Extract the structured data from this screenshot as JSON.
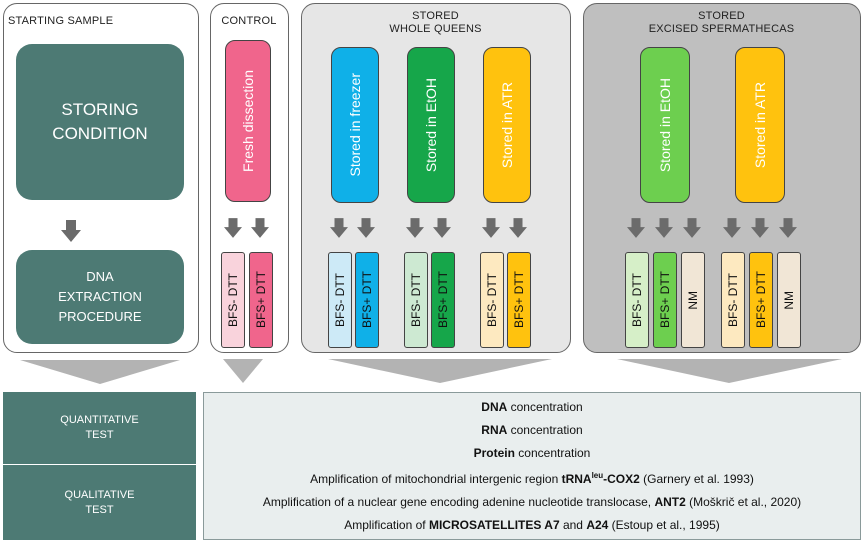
{
  "start": {
    "title": "STARTING SAMPLE",
    "box1_l1": "STORING",
    "box1_l2": "CONDITION",
    "box2_l1": "DNA",
    "box2_l2": "EXTRACTION",
    "box2_l3": "PROCEDURE"
  },
  "control": {
    "title": "CONTROL",
    "tall": "Fresh dissection",
    "s1": "BFS- DTT",
    "s2": "BFS+ DTT"
  },
  "whole": {
    "title_l1": "STORED",
    "title_l2": "WHOLE QUEENS",
    "freezer": "Stored in freezer",
    "etoh": "Stored in EtOH",
    "atr": "Stored in ATR",
    "s1": "BFS- DTT",
    "s2": "BFS+ DTT"
  },
  "sperm": {
    "title_l1": "STORED",
    "title_l2": "EXCISED SPERMATHECAS",
    "etoh": "Stored in EtOH",
    "atr": "Stored in ATR",
    "s1": "BFS- DTT",
    "s2": "BFS+ DTT",
    "nm": "NM"
  },
  "tests": {
    "quant_l1": "QUANTITATIVE",
    "quant_l2": "TEST",
    "qual_l1": "QUALITATIVE",
    "qual_l2": "TEST",
    "dna_b": "DNA",
    "dna_t": " concentration",
    "rna_b": "RNA",
    "rna_t": " concentration",
    "prot_b": "Protein",
    "prot_t": " concentration",
    "l4_a": "Amplification of mitochondrial intergenic region ",
    "l4_b": "tRNA",
    "l4_sup": "leu",
    "l4_c": "-COX2",
    "l4_d": " (Garnery et al. 1993)",
    "l5_a": "Amplification of a nuclear gene encoding adenine nucleotide translocase, ",
    "l5_b": "ANT2",
    "l5_c": " (Moškrič et al., 2020)",
    "l6_a": "Amplification of ",
    "l6_b": "MICROSATELLITES A7",
    "l6_c": " and ",
    "l6_d": "A24",
    "l6_e": " (Estoup et al., 1995)"
  },
  "colors": {
    "teal": "#4d7a74",
    "pink": "#f0658c",
    "pink_light": "#f9d3dc",
    "blue": "#0fb0e8",
    "blue_light": "#cdeaf7",
    "green_dark": "#16a64a",
    "green_light": "#cde9d2",
    "green": "#6dcf4f",
    "green_pale": "#d6efc8",
    "orange": "#ffc20e",
    "orange_light": "#fde9c0",
    "nm": "#f1e6d6",
    "panel_light": "#e6e6e6",
    "panel_dark": "#bfbfbf",
    "table_bg": "#e9eeee"
  },
  "icons": {
    "arrow": "down-arrow-icon",
    "chevron": "chevron-down-icon"
  }
}
